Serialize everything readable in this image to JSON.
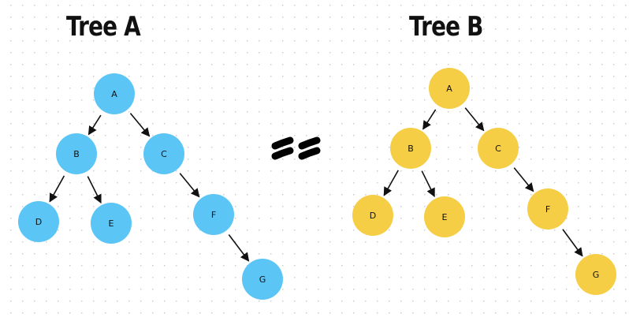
{
  "titles": {
    "left": "Tree A",
    "right": "Tree B"
  },
  "colors": {
    "tree_a": "#5bc5f5",
    "tree_b": "#f6ce46",
    "edge": "#111111",
    "dot": "#cccccc"
  },
  "tree_a": {
    "nodes": [
      "A",
      "B",
      "C",
      "D",
      "E",
      "F",
      "G"
    ],
    "edges": [
      [
        "A",
        "B"
      ],
      [
        "A",
        "C"
      ],
      [
        "B",
        "D"
      ],
      [
        "B",
        "E"
      ],
      [
        "C",
        "F"
      ],
      [
        "F",
        "G"
      ]
    ]
  },
  "tree_b": {
    "nodes": [
      "A",
      "B",
      "C",
      "D",
      "E",
      "F",
      "G"
    ],
    "edges": [
      [
        "A",
        "B"
      ],
      [
        "A",
        "C"
      ],
      [
        "B",
        "D"
      ],
      [
        "B",
        "E"
      ],
      [
        "C",
        "F"
      ],
      [
        "F",
        "G"
      ]
    ]
  },
  "equals_symbol": "=="
}
